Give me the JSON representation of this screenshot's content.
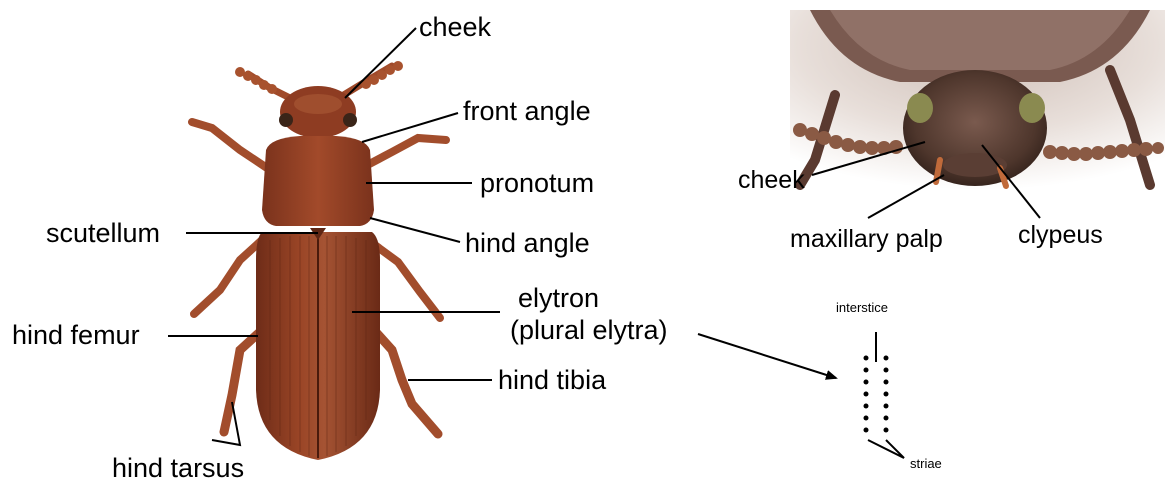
{
  "labels": {
    "cheek_main": "cheek",
    "front_angle": "front angle",
    "pronotum": "pronotum",
    "scutellum": "scutellum",
    "hind_angle": "hind angle",
    "elytron": "elytron",
    "elytron_plural": "(plural elytra)",
    "hind_femur": "hind femur",
    "hind_tibia": "hind tibia",
    "hind_tarsus": "hind tarsus",
    "cheek_head": "cheek",
    "maxillary_palp": "maxillary palp",
    "clypeus": "clypeus",
    "interstice": "interstice",
    "striae": "striae"
  },
  "colors": {
    "beetle_body": "#8a3a22",
    "beetle_dark": "#5e2614",
    "beetle_light": "#b8653f",
    "leg": "#a24d2c",
    "head_photo_dark": "#3e2a22",
    "head_photo_mid": "#6a4e44",
    "leader_line": "#000000"
  }
}
